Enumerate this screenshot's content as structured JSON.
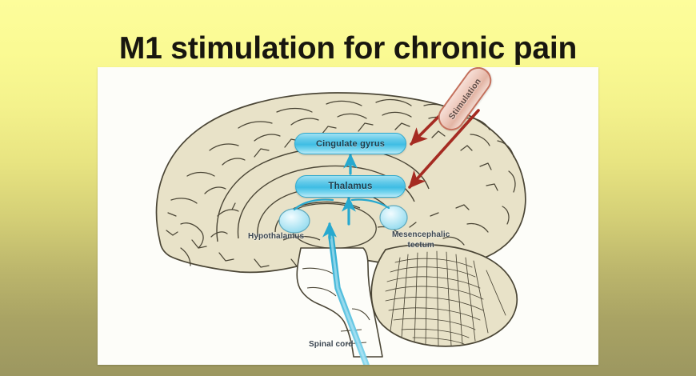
{
  "slide": {
    "title": "M1 stimulation for chronic pain",
    "background": {
      "gradient_top": "#fdfd9b",
      "gradient_bottom": "#9c9760"
    },
    "panel": {
      "background": "#fdfdf9"
    }
  },
  "figure": {
    "description": "Mid-sagittal brain diagram showing ascending pain pathway and cortical stimulation",
    "brain_fill": "#e8e2c8",
    "brain_stroke": "#4a4535",
    "callouts": [
      {
        "id": "cingulate",
        "label": "Cingulate gyrus",
        "color": "#3fbde4"
      },
      {
        "id": "thalamus",
        "label": "Thalamus",
        "color": "#3fbde4"
      }
    ],
    "stimulation": {
      "label": "Stimulation",
      "color": "#c4705c",
      "rotation_deg": -54
    },
    "anatomy_labels": [
      {
        "id": "hypothalamus",
        "label": "Hypothalamus"
      },
      {
        "id": "mesencephalic-tectum",
        "line1": "Mesencephalic",
        "line2": "tectum"
      },
      {
        "id": "spinal-cord",
        "label": "Spinal cord"
      }
    ],
    "arrows": {
      "stimulation_color": "#a52b22",
      "pathway_color": "#2fa9cd",
      "stimulation_count": 2,
      "pathway_count": 3
    }
  }
}
